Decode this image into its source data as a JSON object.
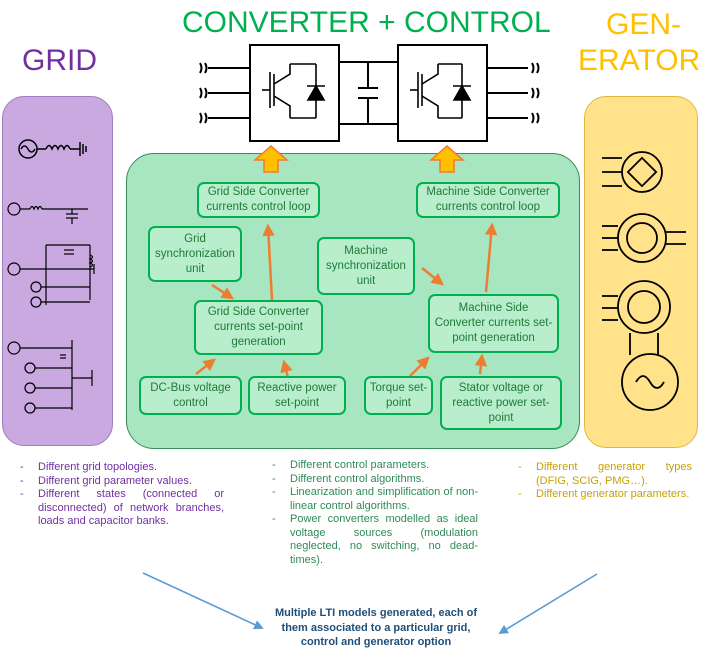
{
  "titles": {
    "grid": "GRID",
    "converter_control": "CONVERTER + CONTROL",
    "generator_line1": "GEN-",
    "generator_line2": "ERATOR"
  },
  "blocks": {
    "grid_side_loop": "Grid Side Converter currents control loop",
    "machine_side_loop": "Machine Side Converter currents control loop",
    "grid_sync": "Grid synchronization unit",
    "machine_sync": "Machine synchronization unit",
    "grid_setpoint": "Grid Side Converter currents set-point generation",
    "machine_setpoint": "Machine Side Converter currents set-point generation",
    "dc_bus": "DC-Bus voltage control",
    "reactive_power": "Reactive power set-point",
    "torque": "Torque set-point",
    "stator_voltage": "Stator voltage or reactive power set-point"
  },
  "grid_notes": [
    "Different grid topologies.",
    "Different grid parameter values.",
    "Different states (connected or disconnected) of network branches, loads and capacitor banks."
  ],
  "control_notes": [
    "Different control parameters.",
    "Different control algorithms.",
    "Linearization and simplification of non-linear control algorithms.",
    "Power converters modelled as ideal voltage sources (modulation neglected, no switching, no dead-times)."
  ],
  "generator_notes": [
    "Different generator types (DFIG, SCIG, PMG…).",
    "Different generator parameters."
  ],
  "conclusion": "Multiple LTI models generated, each of them associated to a particular grid, control and generator option",
  "colors": {
    "grid": "#7030A0",
    "control": "#00B050",
    "generator": "#FFC000",
    "arrow": "#ED7D31",
    "conclusion": "#1F4E79"
  }
}
